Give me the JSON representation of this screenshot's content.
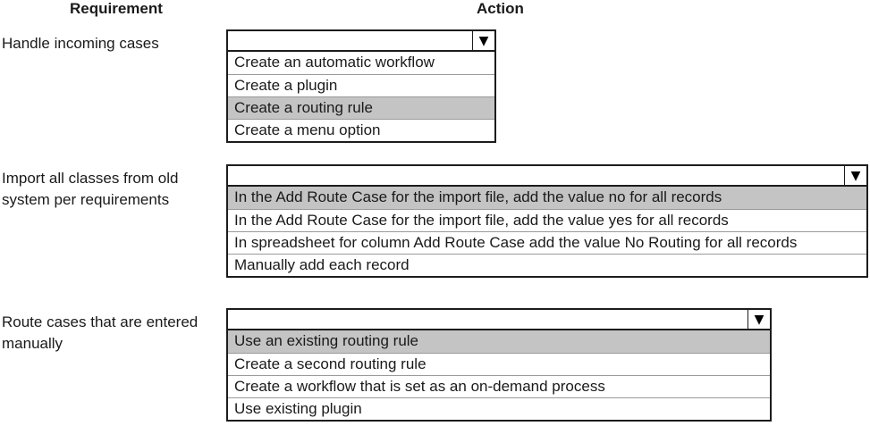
{
  "colors": {
    "background": "#ffffff",
    "text": "#1a1a1a",
    "border": "#1c1c1c",
    "separator": "#9a9a9a",
    "highlight": "#c4c4c4"
  },
  "headers": {
    "requirement": "Requirement",
    "action": "Action"
  },
  "dropdown": {
    "arrow_icon": "▼"
  },
  "groups": [
    {
      "requirement": "Handle incoming cases",
      "selected_value": "",
      "options": [
        {
          "label": "Create an automatic workflow",
          "highlighted": false
        },
        {
          "label": "Create a plugin",
          "highlighted": false
        },
        {
          "label": "Create a routing rule",
          "highlighted": true
        },
        {
          "label": "Create a menu option",
          "highlighted": false
        }
      ]
    },
    {
      "requirement": "Import all classes from old system per requirements",
      "selected_value": "",
      "options": [
        {
          "label": "In the Add Route Case for the import file, add the value no for all records",
          "highlighted": true
        },
        {
          "label": "In the Add Route Case for the import file, add the value yes for all records",
          "highlighted": false
        },
        {
          "label": "In spreadsheet for column Add Route Case add the value No Routing for all records",
          "highlighted": false
        },
        {
          "label": "Manually add each record",
          "highlighted": false
        }
      ]
    },
    {
      "requirement": "Route cases that are entered manually",
      "selected_value": "",
      "options": [
        {
          "label": "Use an existing routing rule",
          "highlighted": true
        },
        {
          "label": "Create a second routing rule",
          "highlighted": false
        },
        {
          "label": "Create a workflow that is set as an on-demand process",
          "highlighted": false
        },
        {
          "label": "Use existing plugin",
          "highlighted": false
        }
      ]
    }
  ]
}
